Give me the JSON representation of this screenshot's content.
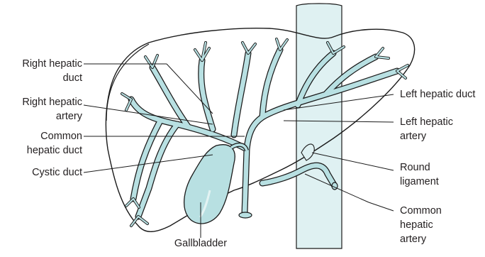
{
  "colors": {
    "duct_fill": "#b8e0e2",
    "duct_stroke": "#1a1a1a",
    "aorta_fill": "#dff1f2",
    "background": "#ffffff"
  },
  "labels": {
    "right_hepatic_duct": [
      "Right hepatic",
      "duct"
    ],
    "right_hepatic_artery": [
      "Right hepatic",
      "artery"
    ],
    "common_hepatic_duct": [
      "Common",
      "hepatic duct"
    ],
    "cystic_duct": "Cystic duct",
    "gallbladder": "Gallbladder",
    "left_hepatic_duct": "Left hepatic duct",
    "left_hepatic_artery": [
      "Left hepatic",
      "artery"
    ],
    "round_ligament": [
      "Round",
      "ligament"
    ],
    "common_hepatic_artery": [
      "Common",
      "hepatic",
      "artery"
    ]
  }
}
